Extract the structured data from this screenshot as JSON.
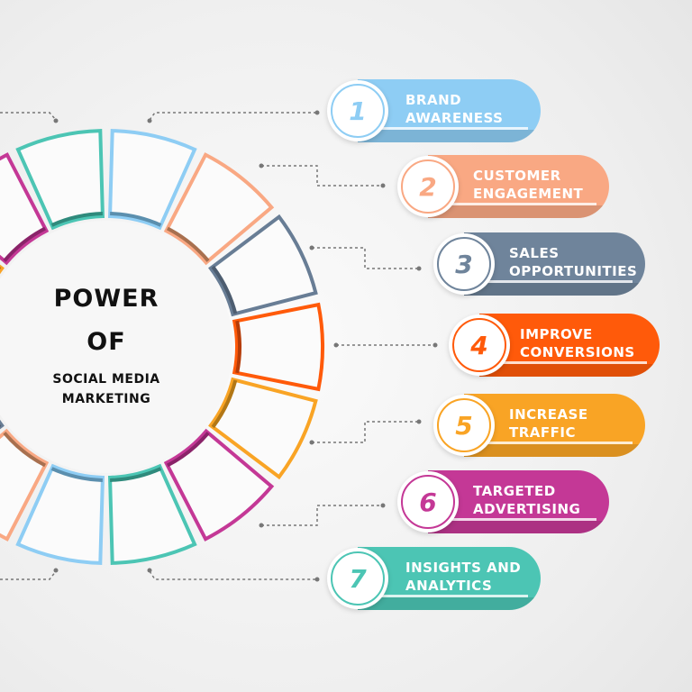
{
  "center": {
    "line1": "POWER",
    "line2": "OF",
    "line3": "SOCIAL MEDIA",
    "line4": "MARKETING"
  },
  "wheel_colors": [
    "#8ecdf4",
    "#f9a883",
    "#687d95",
    "#ff5a0a",
    "#f9a425",
    "#c43896",
    "#4cc5b4"
  ],
  "wheel_dark_colors": [
    "#5b8fae",
    "#a8704f",
    "#4d5d70",
    "#b53c08",
    "#b27716",
    "#8a2369",
    "#2f8a7c"
  ],
  "items": [
    {
      "number": "1",
      "line1": "BRAND",
      "line2": "AWARENESS",
      "color": "#8ecdf4"
    },
    {
      "number": "2",
      "line1": "CUSTOMER",
      "line2": "ENGAGEMENT",
      "color": "#f9a883"
    },
    {
      "number": "3",
      "line1": "SALES",
      "line2": "OPPORTUNITIES",
      "color": "#6f849b"
    },
    {
      "number": "4",
      "line1": "IMPROVE",
      "line2": "CONVERSIONS",
      "color": "#ff5a0a"
    },
    {
      "number": "5",
      "line1": "INCREASE",
      "line2": "TRAFFIC",
      "color": "#f9a425"
    },
    {
      "number": "6",
      "line1": "TARGETED",
      "line2": "ADVERTISING",
      "color": "#c43896"
    },
    {
      "number": "7",
      "line1": "INSIGHTS AND",
      "line2": "ANALYTICS",
      "color": "#4cc5b4"
    }
  ]
}
